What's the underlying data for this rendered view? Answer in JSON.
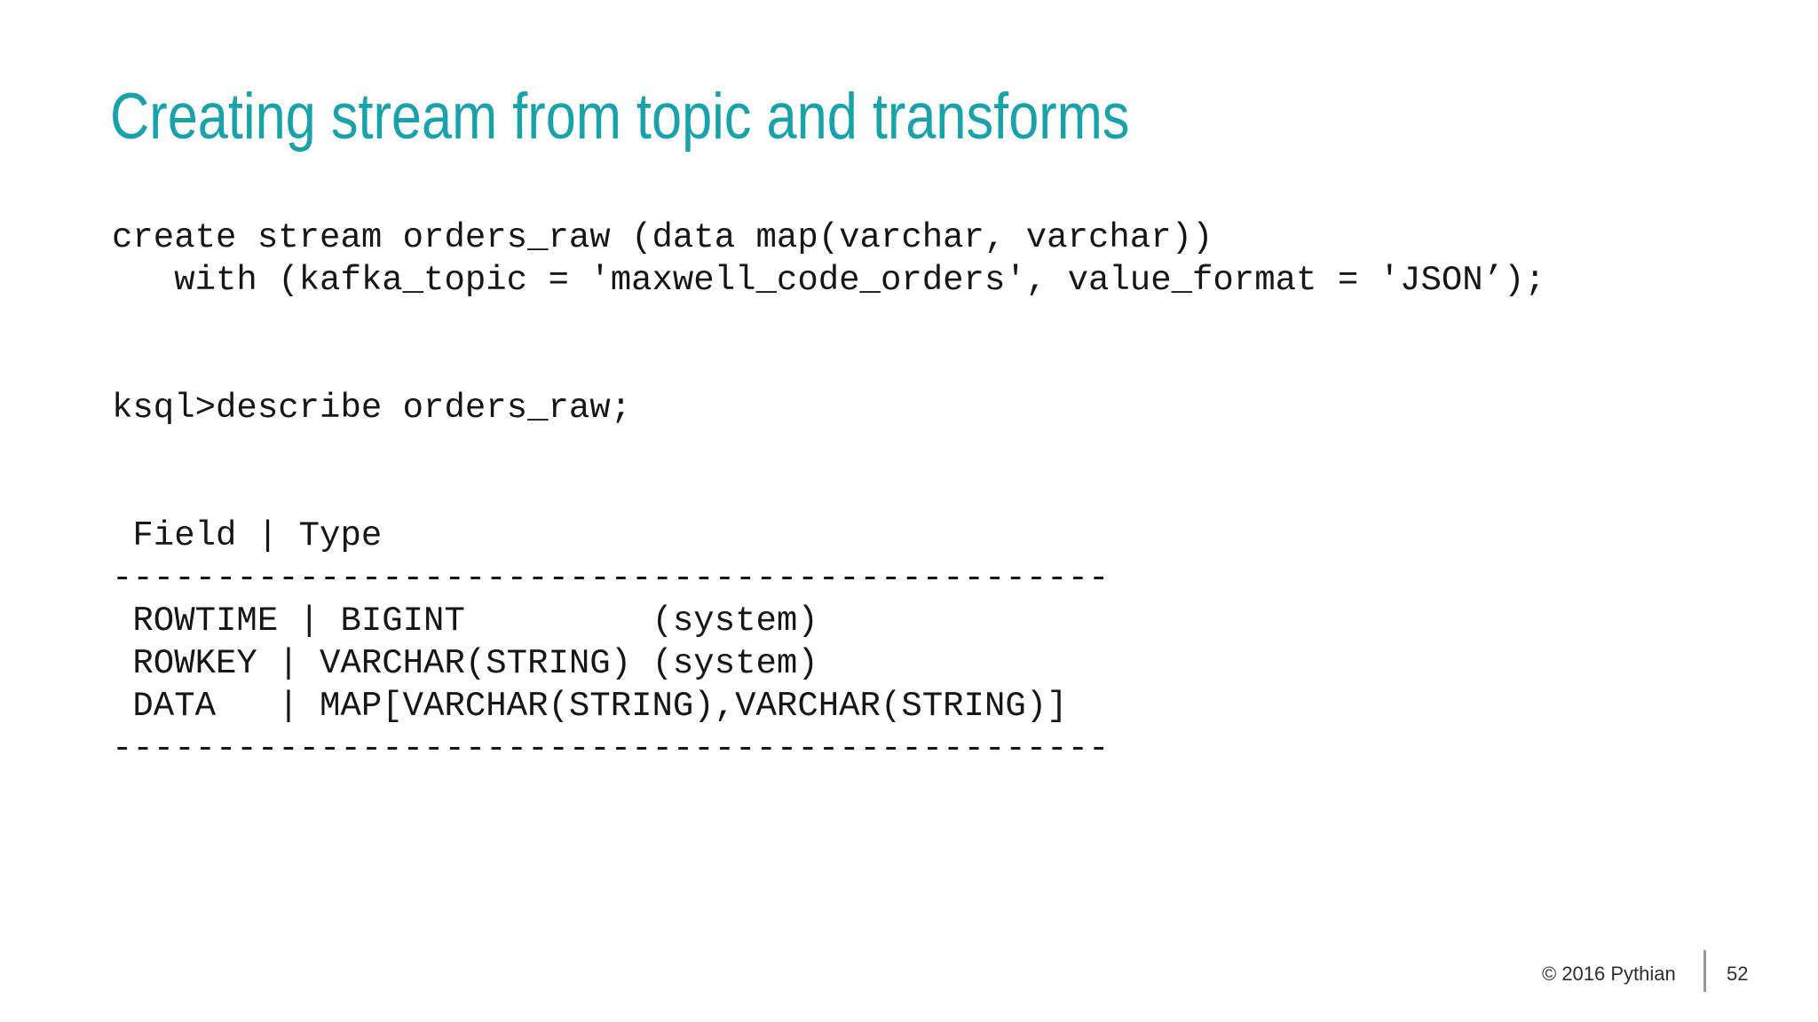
{
  "slide": {
    "title": "Creating stream from topic and transforms",
    "colors": {
      "title_teal": "#18A2AC",
      "code_text": "#161616",
      "footer_divider_gray": "#999999"
    },
    "code": {
      "line1": "create stream orders_raw (data map(varchar, varchar))",
      "line2": "   with (kafka_topic = 'maxwell_code_orders', value_format = 'JSON’);"
    },
    "prompt_line": "ksql>describe orders_raw;",
    "describe_output": {
      "header": " Field | Type",
      "divider_top": "------------------------------------------------",
      "row_rowtime": " ROWTIME | BIGINT         (system)",
      "row_rowkey": " ROWKEY | VARCHAR(STRING) (system)",
      "row_data": " DATA   | MAP[VARCHAR(STRING),VARCHAR(STRING)]",
      "divider_bottom": "------------------------------------------------"
    },
    "footer": {
      "copyright": "© 2016 Pythian",
      "page_number": "52"
    }
  }
}
